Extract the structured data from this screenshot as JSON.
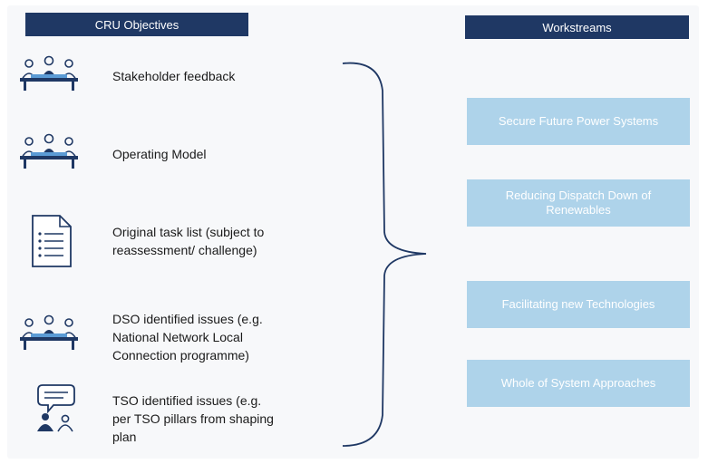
{
  "headers": {
    "objectives": "CRU Objectives",
    "workstreams": "Workstreams"
  },
  "objectives": [
    {
      "label": "Stakeholder feedback",
      "icon": "meeting-icon"
    },
    {
      "label": "Operating Model",
      "icon": "meeting-icon"
    },
    {
      "label_lines": [
        "Original task list (subject to",
        "reassessment/ challenge)"
      ],
      "icon": "document-list-icon"
    },
    {
      "label_lines": [
        "DSO identified issues (e.g.",
        "National Network Local",
        "Connection programme)"
      ],
      "icon": "meeting-icon"
    },
    {
      "label_lines": [
        "TSO identified issues (e.g.",
        "per TSO pillars from shaping",
        "plan"
      ],
      "icon": "speech-people-icon"
    }
  ],
  "workstreams": [
    {
      "label": "Secure Future Power Systems"
    },
    {
      "label_lines": [
        "Reducing Dispatch Down of",
        "Renewables"
      ]
    },
    {
      "label": "Facilitating new Technologies"
    },
    {
      "label": "Whole of System Approaches"
    }
  ],
  "colors": {
    "header_bg": "#1f3864",
    "workstream_bg": "#aed3ea",
    "icon_stroke": "#1f3864",
    "brace": "#1f3864"
  }
}
